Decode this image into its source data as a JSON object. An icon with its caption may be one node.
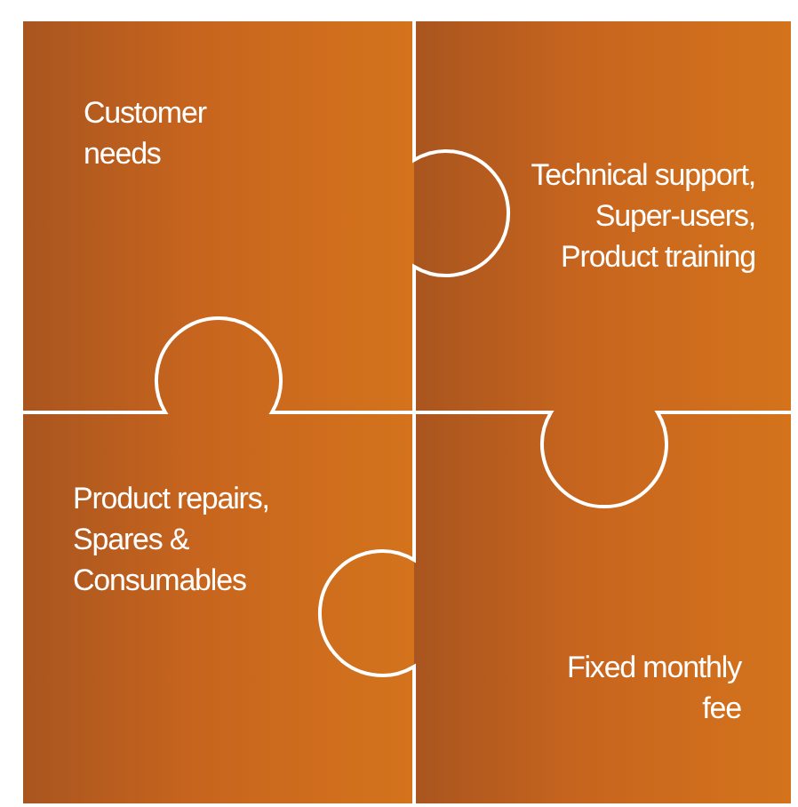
{
  "diagram": {
    "nodes": [
      {
        "text": [
          "Customer needs"
        ]
      },
      {
        "text": [
          "Technical support, Super-users, Product training"
        ]
      },
      {
        "text": [
          "Product repairs, Spares & Consumables"
        ]
      },
      {
        "text": [
          "Fixed monthly fee"
        ]
      }
    ]
  }
}
